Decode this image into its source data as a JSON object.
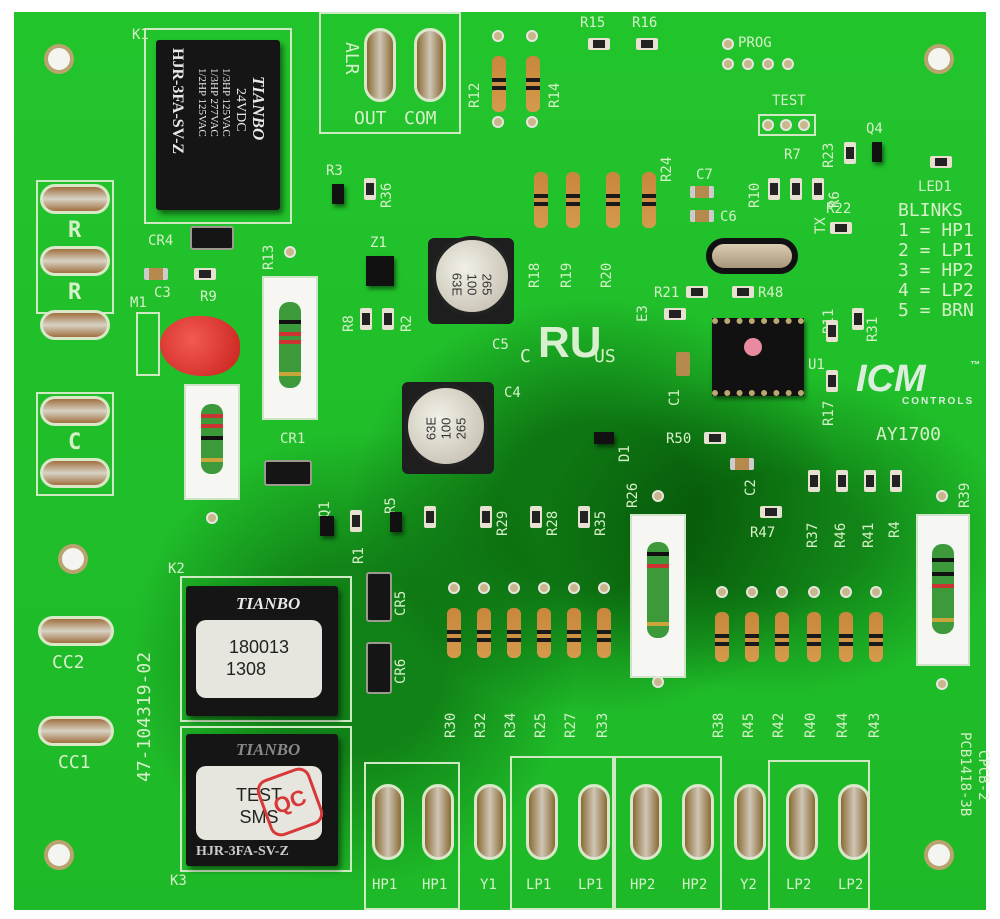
{
  "board": {
    "part_number": "47-104319-02",
    "pcb_code": "PCB1418-3B",
    "pcb_rev": "CPCB-2",
    "model": "AY1700",
    "brand": "ICM",
    "brand_sub": "CONTROLS",
    "brand_tm": "™",
    "colors": {
      "board_green": "#1fbf2a",
      "silkscreen": "#d6f0c8",
      "relay_black": "#151515",
      "mov_red": "#d3302a"
    }
  },
  "relays": [
    {
      "ref": "K1",
      "brand": "TIANBO",
      "model": "HJR-3FA-SV-Z",
      "voltage": "24VDC",
      "ratings": [
        "1/3HP 125VAC",
        "1/3HP 277VAC",
        "1/2HP 125VAC"
      ]
    },
    {
      "ref": "K2",
      "brand": "TIANBO",
      "sticker_line1": "180013",
      "sticker_line2": "1308"
    },
    {
      "ref": "K3",
      "brand": "TIANBO",
      "model": "HJR-3FA-SV-Z",
      "sticker_line1": "TEST",
      "sticker_line2": "SMS",
      "stamp": "QC"
    }
  ],
  "terminals": {
    "alarm_group_label": "ALR",
    "alarm": [
      "OUT",
      "COM"
    ],
    "left": [
      "R",
      "R",
      "C"
    ],
    "left_lower": [
      "CC2",
      "CC1"
    ],
    "bottom": [
      "HP1",
      "HP1",
      "Y1",
      "LP1",
      "LP1",
      "HP2",
      "HP2",
      "Y2",
      "LP2",
      "LP2"
    ]
  },
  "led_legend": {
    "led_ref": "LED1",
    "title": "BLINKS",
    "rows": [
      "1 = HP1",
      "2 = LP1",
      "3 = HP2",
      "4 = LP2",
      "5 = BRN"
    ]
  },
  "headers": {
    "prog": "PROG",
    "test": "TEST"
  },
  "capacitors": {
    "C5": {
      "ref": "C5",
      "lines": [
        "265",
        "100",
        "63E"
      ]
    },
    "C4": {
      "ref": "C4",
      "lines": [
        "265",
        "100",
        "63E"
      ]
    }
  },
  "cert": {
    "ul_left": "C",
    "ul_mark": "RU",
    "ul_right": "US"
  },
  "refs": {
    "K1": "K1",
    "K2": "K2",
    "K3": "K3",
    "M1": "M1",
    "CR4": "CR4",
    "C3": "C3",
    "R9": "R9",
    "R13": "R13",
    "CR1": "CR1",
    "Z1": "Z1",
    "R3": "R3",
    "R36": "R36",
    "R8": "R8",
    "R2": "R2",
    "R12": "R12",
    "R14": "R14",
    "R15": "R15",
    "R16": "R16",
    "R18": "R18",
    "R19": "R19",
    "R20": "R20",
    "R24": "R24",
    "C7": "C7",
    "C6": "C6",
    "R10": "R10",
    "R7": "R7",
    "R6": "R6",
    "R23": "R23",
    "Q4": "Q4",
    "R22": "R22",
    "TX": "TX",
    "R21": "R21",
    "R48": "R48",
    "E3": "E3",
    "C1": "C1",
    "U1": "U1",
    "R11": "R11",
    "R31": "R31",
    "R17": "R17",
    "R50": "R50",
    "D1": "D1",
    "C2": "C2",
    "R47": "R47",
    "R37": "R37",
    "R46": "R46",
    "R41": "R41",
    "R4": "R4",
    "R39": "R39",
    "R26": "R26",
    "Q1": "Q1",
    "R1": "R1",
    "R5": "R5",
    "R29": "R29",
    "R28": "R28",
    "R35": "R35",
    "CR5": "CR5",
    "CR6": "CR6",
    "bottom_left_res": [
      "R30",
      "R32",
      "R34",
      "R25",
      "R27",
      "R33"
    ],
    "bottom_right_res": [
      "R38",
      "R45",
      "R42",
      "R40",
      "R44",
      "R43"
    ]
  }
}
